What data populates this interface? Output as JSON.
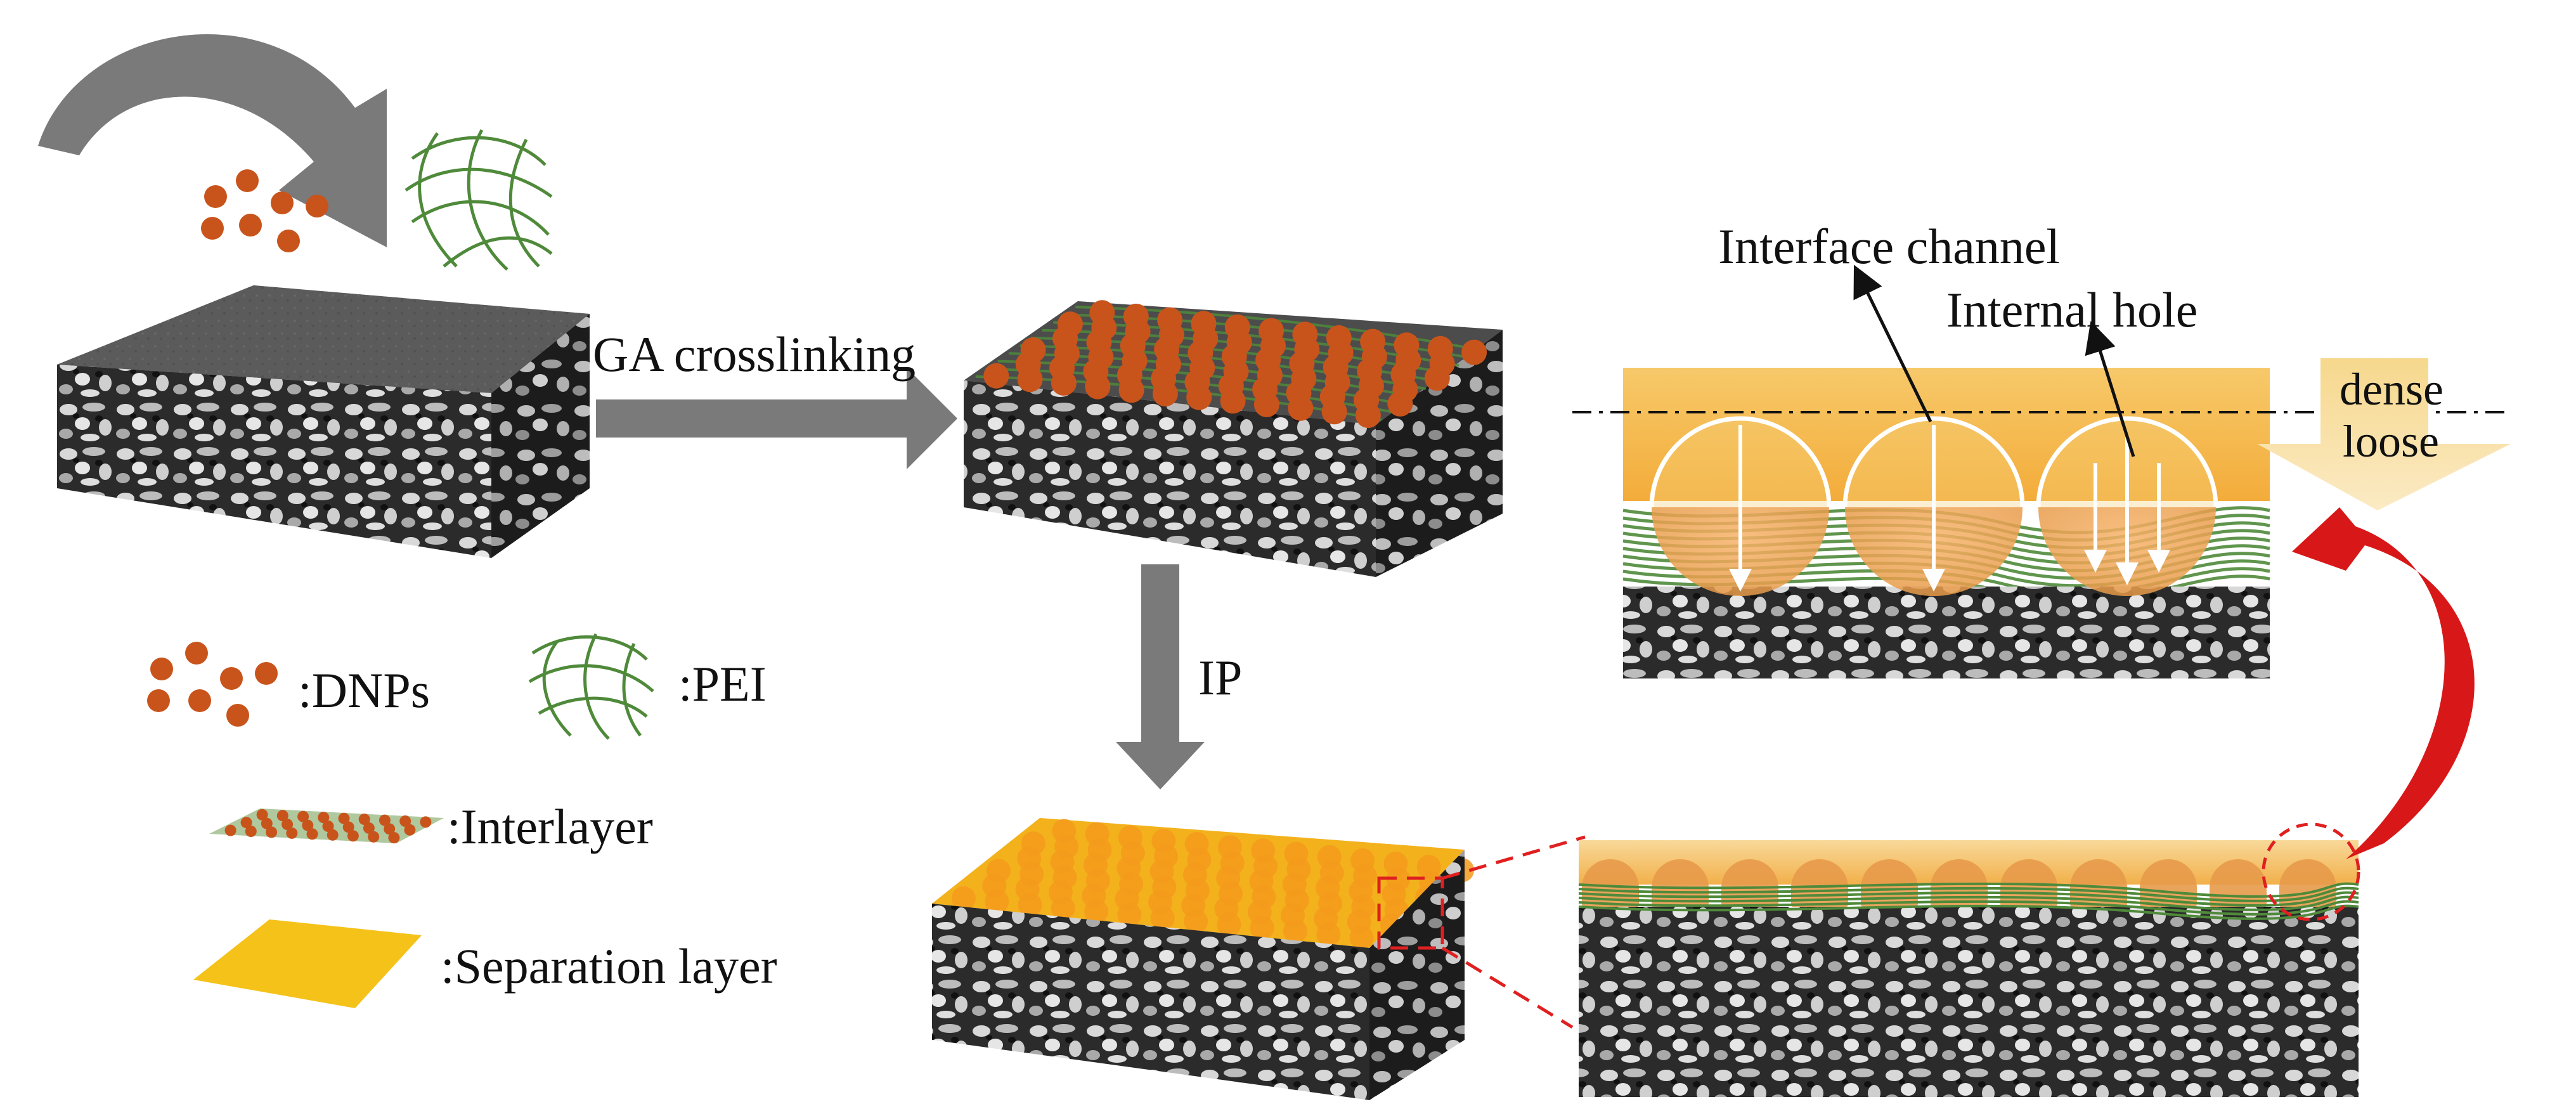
{
  "steps": {
    "crosslink_label": "GA crosslinking",
    "ip_label": "IP"
  },
  "legend": {
    "dnps": ":DNPs",
    "pei": ":PEI",
    "interlayer": ":Interlayer",
    "separation_layer": ":Separation layer"
  },
  "detail": {
    "interface_channel": "Interface channel",
    "internal_hole": "Internal hole",
    "dense": "dense",
    "loose": "loose"
  },
  "colors": {
    "particle": "#c8541c",
    "pei_line": "#4f8a3a",
    "separation_layer": "#f5b820",
    "arrow_gray": "#7a7a7a",
    "curved_arrow_red": "#d81818",
    "dashed_guide": "#e02020",
    "porous_substrate": "#2a2a2a",
    "membrane_top": "#555555"
  }
}
